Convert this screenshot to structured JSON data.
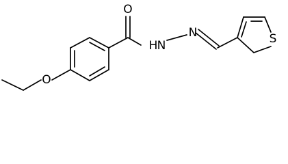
{
  "molecule": {
    "atoms": {
      "carbonyl_oxygen": "O",
      "ether_oxygen": "O",
      "amide_nitrogen": "N",
      "amide_hydrogen": "H",
      "imine_nitrogen": "N",
      "thiophene_sulfur": "S"
    },
    "colors": {
      "bond": "#000000",
      "label": "#000000",
      "background": "#ffffff"
    }
  }
}
